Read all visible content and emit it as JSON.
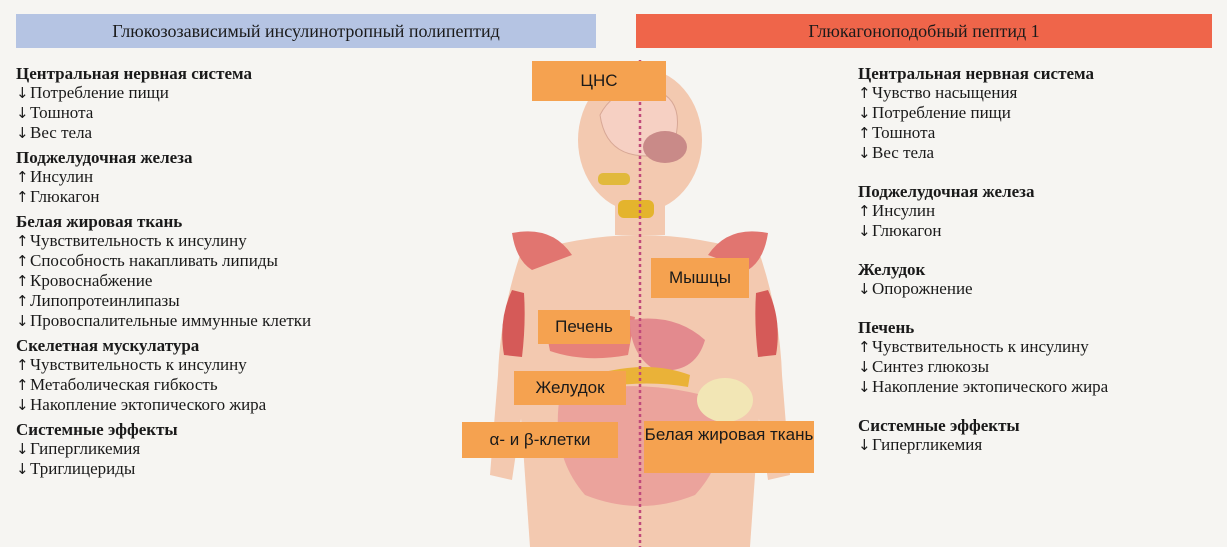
{
  "header": {
    "left": "Глюкозозависимый инсулинотропный полипептид",
    "right": "Глюкагоноподобный пептид 1"
  },
  "left_sections": [
    {
      "title": "Центральная нервная система",
      "items": [
        {
          "arrow": "↓",
          "text": "Потребление пищи"
        },
        {
          "arrow": "↓",
          "text": "Тошнота"
        },
        {
          "arrow": "↓",
          "text": "Вес тела"
        }
      ]
    },
    {
      "title": "Поджелудочная железа",
      "items": [
        {
          "arrow": "↑",
          "text": "Инсулин"
        },
        {
          "arrow": "↑",
          "text": "Глюкагон"
        }
      ]
    },
    {
      "title": "Белая жировая ткань",
      "items": [
        {
          "arrow": "↑",
          "text": "Чувствительность к инсулину"
        },
        {
          "arrow": "↑",
          "text": "Способность накапливать липиды"
        },
        {
          "arrow": "↑",
          "text": "Кровоснабжение"
        },
        {
          "arrow": "↑",
          "text": "Липопротеинлипазы"
        },
        {
          "arrow": "↓",
          "text": "Провоспалительные иммунные клетки"
        }
      ]
    },
    {
      "title": "Скелетная мускулатура",
      "items": [
        {
          "arrow": "↑",
          "text": "Чувствительность к инсулину"
        },
        {
          "arrow": "↑",
          "text": "Метаболическая гибкость"
        },
        {
          "arrow": "↓",
          "text": "Накопление эктопического жира"
        }
      ]
    },
    {
      "title": "Системные эффекты",
      "items": [
        {
          "arrow": "↓",
          "text": "Гипергликемия"
        },
        {
          "arrow": "↓",
          "text": "Триглицериды"
        }
      ]
    }
  ],
  "right_sections": [
    {
      "title": "Центральная нервная система",
      "items": [
        {
          "arrow": "↑",
          "text": "Чувство насыщения"
        },
        {
          "arrow": "↓",
          "text": "Потребление пищи"
        },
        {
          "arrow": "↑",
          "text": "Тошнота"
        },
        {
          "arrow": "↓",
          "text": "Вес тела"
        }
      ]
    },
    {
      "title": "Поджелудочная железа",
      "items": [
        {
          "arrow": "↑",
          "text": "Инсулин"
        },
        {
          "arrow": "↓",
          "text": "Глюкагон"
        }
      ]
    },
    {
      "title": "Желудок",
      "items": [
        {
          "arrow": "↓",
          "text": "Опорожнение"
        }
      ]
    },
    {
      "title": "Печень",
      "items": [
        {
          "arrow": "↑",
          "text": "Чувствительность к инсулину"
        },
        {
          "arrow": "↓",
          "text": "Синтез глюкозы"
        },
        {
          "arrow": "↓",
          "text": "Накопление эктопического жира"
        }
      ]
    },
    {
      "title": "Системные эффекты",
      "items": [
        {
          "arrow": "↓",
          "text": "Гипергликемия"
        }
      ]
    }
  ],
  "figure_labels": {
    "cns": "ЦНС",
    "muscles": "Мышцы",
    "liver": "Печень",
    "stomach": "Желудок",
    "islet_cells": "α- и β-клетки",
    "adipose": "Белая жировая ткань"
  },
  "colors": {
    "header_left": "#b5c4e3",
    "header_right": "#ef654a",
    "label_fill": "#f5a250",
    "body_fill": "#f3c9b0"
  }
}
